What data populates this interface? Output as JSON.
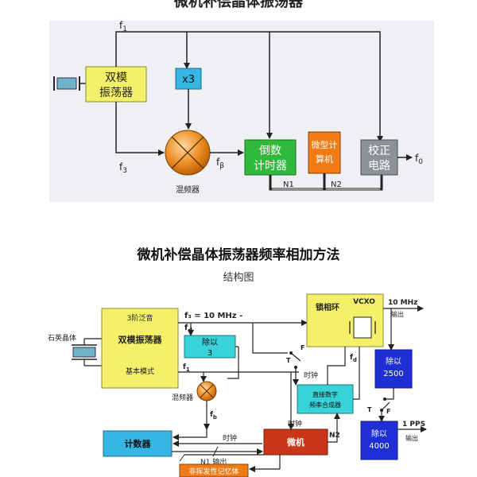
{
  "top_title": "微机补偿晶体振荡器",
  "diagram1": {
    "dual_mode_osc": [
      "双模",
      "振荡器"
    ],
    "x3": "x3",
    "mixer_label": "混频器",
    "counter": [
      "倒数",
      "计时器"
    ],
    "micro": [
      "微型计",
      "算机"
    ],
    "correction": [
      "校正",
      "电路"
    ],
    "f1": "f",
    "f1_sub": "1",
    "f3": "f",
    "f3_sub": "3",
    "fbeta": "f",
    "fbeta_sub": "β",
    "f0": "f",
    "f0_sub": "0",
    "n1": "N1",
    "n2": "N2"
  },
  "section_title": "微机补偿晶体振荡器频率相加方法",
  "section_subtitle": "结构图",
  "diagram2": {
    "crystal_label": "石英晶体",
    "overtone": "3阶泛音",
    "dual_mode_osc": "双模振荡器",
    "fundamental": "基本模式",
    "f3_line": "f₃ = 10 MHz -",
    "fd": "f",
    "fd_sub": "d",
    "f1": "f",
    "f1_sub": "1",
    "div3": [
      "除以",
      "3"
    ],
    "mixer_label": "混频器",
    "fb": "f",
    "fb_sub": "b",
    "pll": "锁相环",
    "vcxo": "VCXO",
    "out_10mhz": [
      "10 MHz",
      "输出"
    ],
    "div2500": [
      "除以",
      "2500"
    ],
    "dds": [
      "直接数字",
      "频率合成器"
    ],
    "clock1": "时钟",
    "clock2": "时钟",
    "clock3": "时钟",
    "t1": "T",
    "f_sw1": "F",
    "t2": "T",
    "f_sw2": "F",
    "div4000": [
      "除以",
      "4000"
    ],
    "out_pps": [
      "1 PPS",
      "输出"
    ],
    "counter": "计数器",
    "micro": "微机",
    "n1_out": "N1 输出",
    "n2": "N2",
    "nvm": "非挥发性记忆体"
  }
}
